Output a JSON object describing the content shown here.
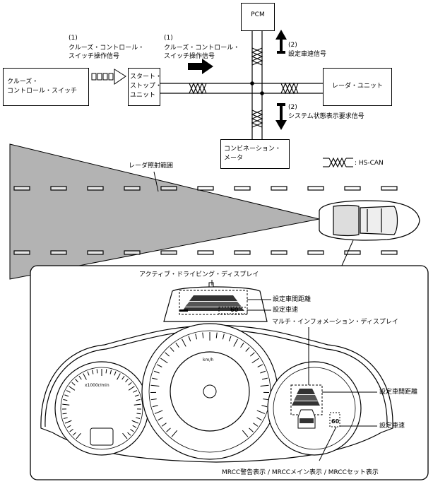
{
  "blocks": {
    "pcm": "PCM",
    "cruise_switch": "クルーズ・\nコントロール・スイッチ",
    "start_stop_unit": "スタート・\nストップ・\nユニット",
    "radar_unit": "レーダ・ユニット",
    "combination_meter": "コンビネーション・\nメータ"
  },
  "signals": {
    "num1": "(1)",
    "cruise_signal_left": "クルーズ・コントロール・\nスイッチ操作信号",
    "cruise_signal_right": "クルーズ・コントロール・\nスイッチ操作信号",
    "num2": "(2)",
    "set_speed_signal": "設定車速信号",
    "system_status_signal": "システム状態表示要求信号"
  },
  "legend": {
    "hs_can": ": HS-CAN"
  },
  "radar": {
    "range_label": "レーダ照射範囲"
  },
  "display": {
    "active_driving_display": "アクティブ・ドライビング・ディスプレイ",
    "set_distance_top": "設定車間距離",
    "set_speed_top": "設定車速",
    "multi_info_display": "マルチ・インフォメーション・ディスプレイ",
    "set_distance_right": "設定車間距離",
    "set_speed_right": "設定車速",
    "mrcc_caption": "MRCC警告表示 / MRCCメイン表示 / MRCCセット表示",
    "speed_value": "60",
    "tach_unit": "x1000r/min",
    "speedo_unit": "km/h"
  },
  "colors": {
    "line": "#000000",
    "radar_fill": "#b3b3b3",
    "box_fill": "#ffffff"
  }
}
